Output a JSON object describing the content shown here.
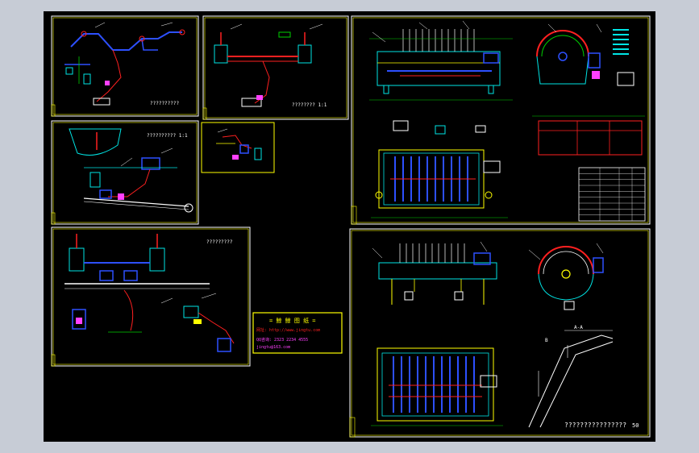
{
  "window": {
    "background": "#c7ccd6",
    "model_space": "#000000"
  },
  "colors": {
    "frame": "#ffffff",
    "border_accent": "#ffff00",
    "pipe_blue": "#2d50ff",
    "pipe_red": "#ff2020",
    "steel_cyan": "#00e5e5",
    "dim_green": "#00d000",
    "motor_magenta": "#ff40ff",
    "text_white": "#ffffff"
  },
  "sheets": {
    "s1_title": "??????????",
    "s2_title": "???????? 1:1",
    "s3_title": "?????????? 1:1",
    "s4_title": "?????????",
    "s5_title": "????????????????",
    "s5_scale": "50"
  },
  "stamp": {
    "heading": "= 鲸 鲸 图 纸 =",
    "line_site": "网址: http://www.jingtu.com",
    "line_qq": "QQ咨询: 2323 2234 4555",
    "line_mail": "jingtu@163.com"
  },
  "detail_labels": {
    "section_label": "A-A",
    "side_label": "B",
    "note_label": "1:1"
  },
  "table_rows": 9
}
